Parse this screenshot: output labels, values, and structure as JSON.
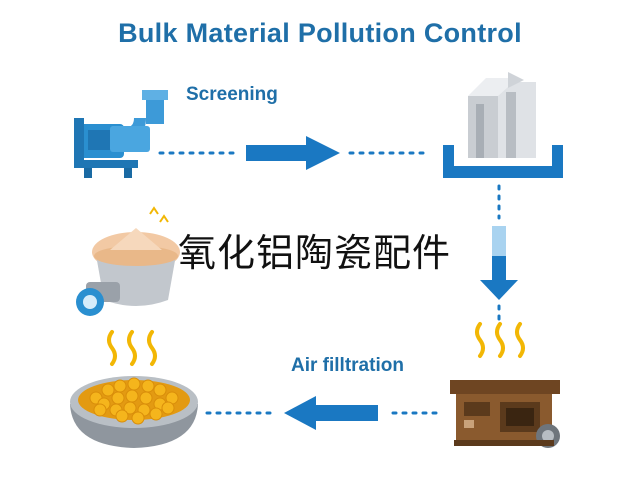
{
  "title": "Bulk Material Pollution Control",
  "steps": {
    "screening": "Screening",
    "air_filtration": "Air filltration"
  },
  "watermark": "氧化铝陶瓷配件",
  "colors": {
    "title": "#1f6fa8",
    "flow_arrow": "#1a78c2",
    "machine_blue": "#2a8fd0",
    "furnace_brown": "#8a5a2e",
    "flame": "#f2b705",
    "pellets": "#f5b51c"
  },
  "icons": [
    "pump-icon",
    "tank-icon",
    "hopper-icon",
    "furnace-icon",
    "pellet-bowl-icon"
  ]
}
